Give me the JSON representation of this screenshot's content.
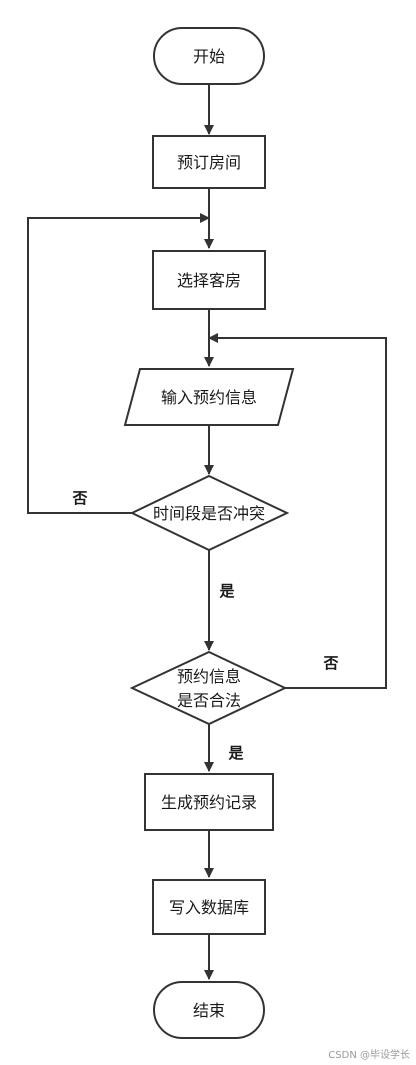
{
  "nodes": {
    "start": "开始",
    "book_room": "预订房间",
    "select_room": "选择客房",
    "input_info": "输入预约信息",
    "time_conflict": "时间段是否冲突",
    "info_valid_line1": "预约信息",
    "info_valid_line2": "是否合法",
    "generate_record": "生成预约记录",
    "write_db": "写入数据库",
    "end": "结束"
  },
  "edge_labels": {
    "conflict_no": "否",
    "conflict_yes": "是",
    "valid_no": "否",
    "valid_yes": "是"
  },
  "watermark": "CSDN @毕设学长"
}
